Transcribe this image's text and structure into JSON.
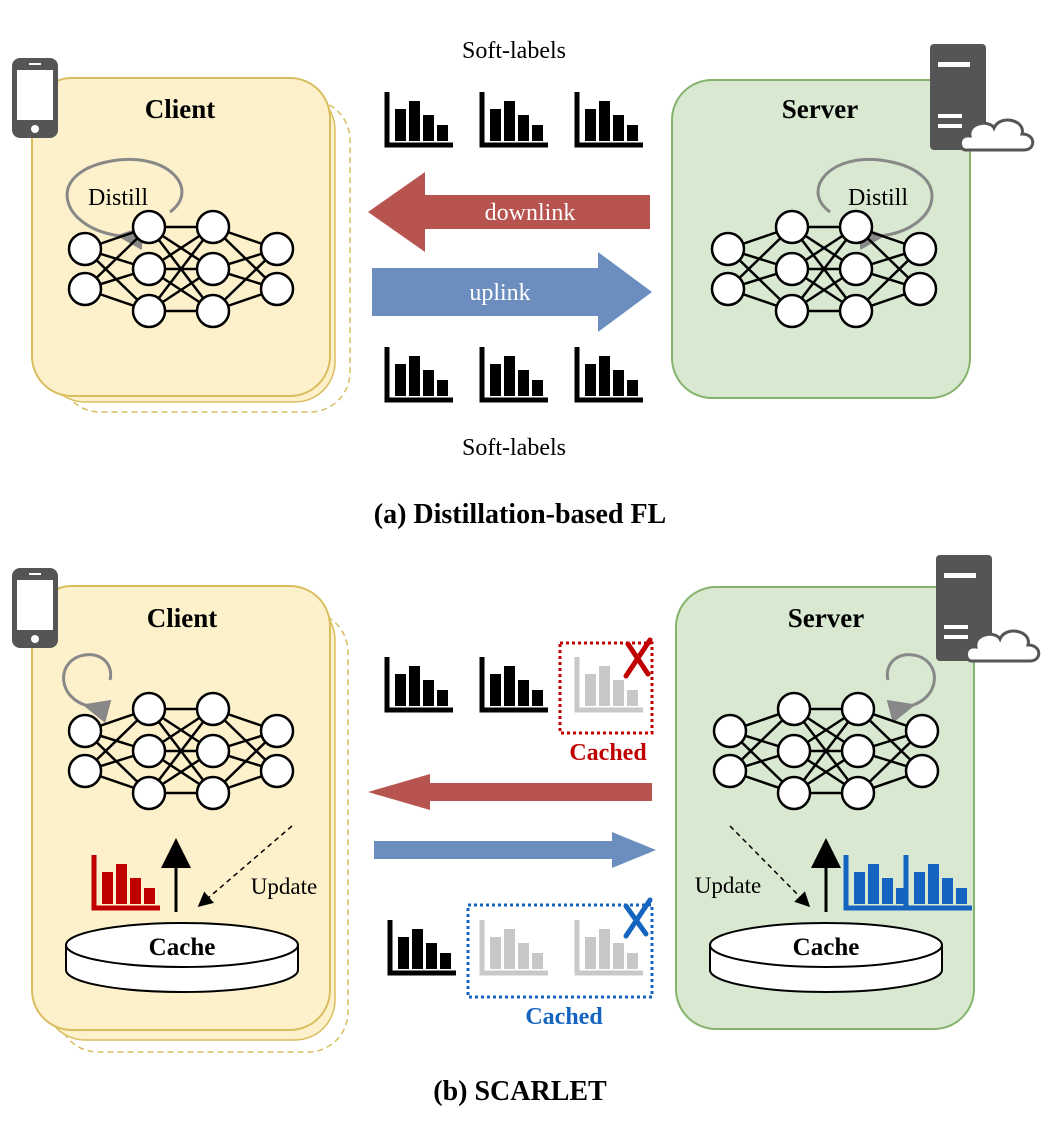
{
  "top": {
    "client_title": "Client",
    "server_title": "Server",
    "client_loop_label": "Distill",
    "server_loop_label": "Distill",
    "softlabels_top": "Soft-labels",
    "softlabels_bottom": "Soft-labels",
    "downlink_label": "downlink",
    "uplink_label": "uplink",
    "caption": "(a) Distillation-based FL"
  },
  "bottom": {
    "client_title": "Client",
    "server_title": "Server",
    "client_update_label": "Update",
    "server_update_label": "Update",
    "client_cache_label": "Cache",
    "server_cache_label": "Cache",
    "cached_top_label": "Cached",
    "cached_bottom_label": "Cached",
    "caption": "(b) SCARLET"
  },
  "colors": {
    "client_fill": "#fdf1cc",
    "client_stroke": "#d9bd5e",
    "server_fill": "#d8e8d1",
    "server_stroke": "#86b36c",
    "downlink": "#b85450",
    "uplink": "#6c8ebf",
    "cached_red": "#c00000",
    "cached_blue": "#1565c0",
    "device_gray": "#555555"
  },
  "icons": {
    "device": "smartphone-icon",
    "server": "server-tower-icon",
    "cloud": "cloud-icon",
    "softlabel": "bar-chart-icon",
    "invalid": "cross-mark-icon"
  }
}
